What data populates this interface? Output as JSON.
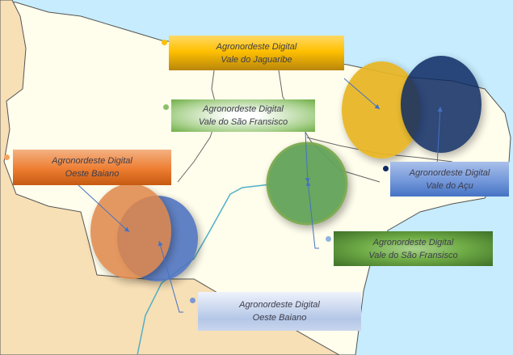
{
  "colors": {
    "sea": "#c6ecfd",
    "land": "#fffdec",
    "neighbor_land": "#f7dfb6",
    "jaguaribe": "#e8b520",
    "acu": "#0e2a63",
    "sao_francisco": "#63a35a",
    "oeste_baiano_orange": "#e0874a",
    "oeste_baiano_blue": "#5377c0"
  },
  "labels": [
    {
      "line1": "Agronordeste Digital",
      "line2": "Vale do Jaguaribe"
    },
    {
      "line1": "Agronordeste Digital",
      "line2": "Vale do São Fransisco"
    },
    {
      "line1": "Agronordeste Digital",
      "line2": "Oeste Baiano"
    },
    {
      "line1": "Agronordeste Digital",
      "line2": "Vale do Açu"
    },
    {
      "line1": "Agronordeste Digital",
      "line2": "Vale do São Fransisco"
    },
    {
      "line1": "Agronordeste Digital",
      "line2": "Oeste Baiano"
    }
  ]
}
